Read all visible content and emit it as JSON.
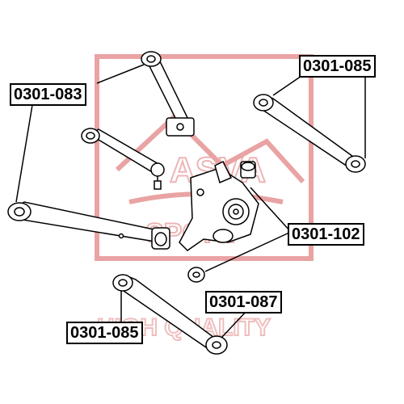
{
  "colors": {
    "watermark": "#e9a3a3",
    "line": "#000000",
    "background": "#ffffff"
  },
  "watermark": {
    "brand_text": "ASVA",
    "sport_text": "SPORT",
    "quality_text": "HIGH QUALITY"
  },
  "labels": {
    "upper_left": "0301-083",
    "upper_right": "0301-085",
    "middle_right": "0301-102",
    "lower_right": "0301-087",
    "lower_left": "0301-085"
  }
}
